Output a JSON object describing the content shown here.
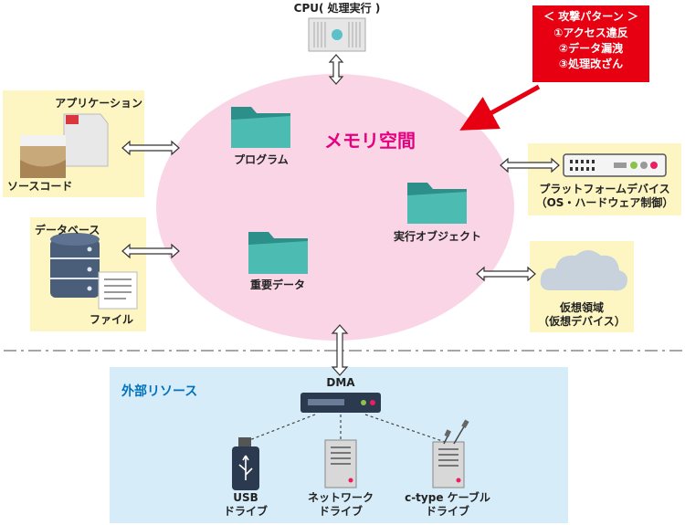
{
  "cpu": {
    "label": "CPU( 処理実行 )"
  },
  "attack": {
    "title": "＜ 攻撃パターン ＞",
    "items": [
      "①アクセス違反",
      "②データ漏洩",
      "③処理改ざん"
    ]
  },
  "memory": {
    "title": "メモリ空間",
    "program": "プログラム",
    "object": "実行オブジェクト",
    "important": "重要データ"
  },
  "app": {
    "title": "アプリケーション",
    "sub": "ソースコード"
  },
  "db": {
    "title": "データベース",
    "sub": "ファイル"
  },
  "platform": {
    "line1": "プラットフォームデバイス",
    "line2": "（OS・ハードウェア制御）"
  },
  "virtual": {
    "line1": "仮想領域",
    "line2": "（仮想デバイス）"
  },
  "external": {
    "title": "外部リソース",
    "dma": "DMA",
    "usb": {
      "line1": "USB",
      "line2": "ドライブ"
    },
    "network": {
      "line1": "ネットワーク",
      "line2": "ドライブ"
    },
    "ctype": {
      "line1": "c-type ケーブル",
      "line2": "ドライブ"
    }
  },
  "colors": {
    "memory_fill": "#f9d5e5",
    "memory_title": "#e4007f",
    "attack_bg": "#e60012",
    "yellow_box": "#fdf6c3",
    "external_bg": "#d6ecf8",
    "external_title": "#0071bc",
    "folder": "#3aa8a0"
  }
}
